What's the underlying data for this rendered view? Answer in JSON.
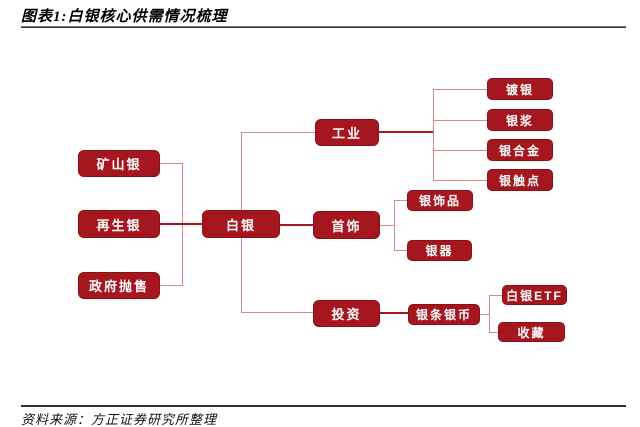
{
  "figure": {
    "title": "图表1:白银核心供需情况梳理",
    "source": "资料来源：方正证券研究所整理"
  },
  "colors": {
    "node_fill": "#a6161f",
    "node_border": "#8c1016",
    "node_text": "#ffffff",
    "trunk_line": "#a6161f",
    "branch_line": "#d58a8c",
    "title_text": "#000000",
    "rule_line": "#2e2e2e",
    "background": "#ffffff"
  },
  "diagram": {
    "type": "supply-demand-tree",
    "root": {
      "label": "白银"
    },
    "supply": [
      {
        "label": "矿山银"
      },
      {
        "label": "再生银"
      },
      {
        "label": "政府抛售"
      }
    ],
    "demand": [
      {
        "label": "工业",
        "children": [
          {
            "label": "镀银"
          },
          {
            "label": "银浆"
          },
          {
            "label": "银合金"
          },
          {
            "label": "银触点"
          }
        ]
      },
      {
        "label": "首饰",
        "children": [
          {
            "label": "银饰品"
          },
          {
            "label": "银器"
          }
        ]
      },
      {
        "label": "投资",
        "children": [
          {
            "label": "银条银币",
            "children": [
              {
                "label": "白银ETF"
              },
              {
                "label": "收藏"
              }
            ]
          }
        ]
      }
    ]
  }
}
